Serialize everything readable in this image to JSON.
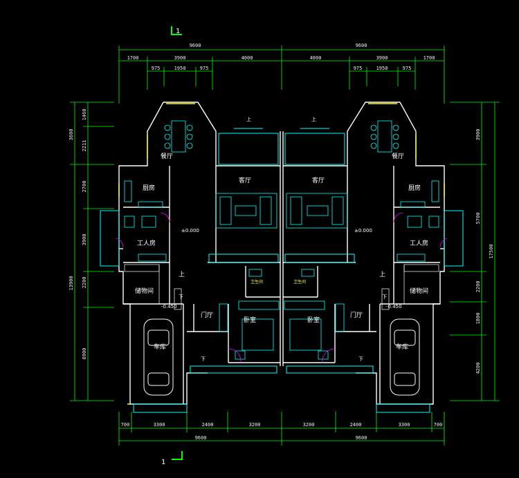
{
  "colors": {
    "background": "#000000",
    "wall": "#ffffff",
    "dimension": "#00ff00",
    "furniture": "#00ffff",
    "window": "#ffff00",
    "door": "#ff00ff"
  },
  "section_mark": "1",
  "dims": {
    "top_total": [
      "9600",
      "9600"
    ],
    "top_mid": [
      "1700",
      "3900",
      "4000",
      "4000",
      "3900",
      "1700"
    ],
    "top_inner": [
      "975",
      "1950",
      "975",
      "975",
      "1950",
      "975"
    ],
    "bottom_mid": [
      "700",
      "3300",
      "2400",
      "3200",
      "3200",
      "2400",
      "3300",
      "700"
    ],
    "bottom_total": [
      "9600",
      "9600"
    ],
    "left_inner": [
      "1460",
      "2211",
      "2700",
      "3900",
      "2200",
      "6900"
    ],
    "left_total": [
      "3600",
      "13900"
    ],
    "right_inner": [
      "3900",
      "5700",
      "2200",
      "1800",
      "4200"
    ],
    "right_total": "17500"
  },
  "rooms": {
    "dining": "餐厅",
    "living": "客厅",
    "kitchen": "厨房",
    "servant": "工人房",
    "storage": "储物间",
    "foyer": "门厅",
    "bedroom": "卧室",
    "bathroom": "卫生间",
    "garage": "车库"
  },
  "levels": {
    "floor": "±0.000",
    "garage": "-0.450"
  },
  "stairs": {
    "up": "上",
    "down": "下"
  }
}
